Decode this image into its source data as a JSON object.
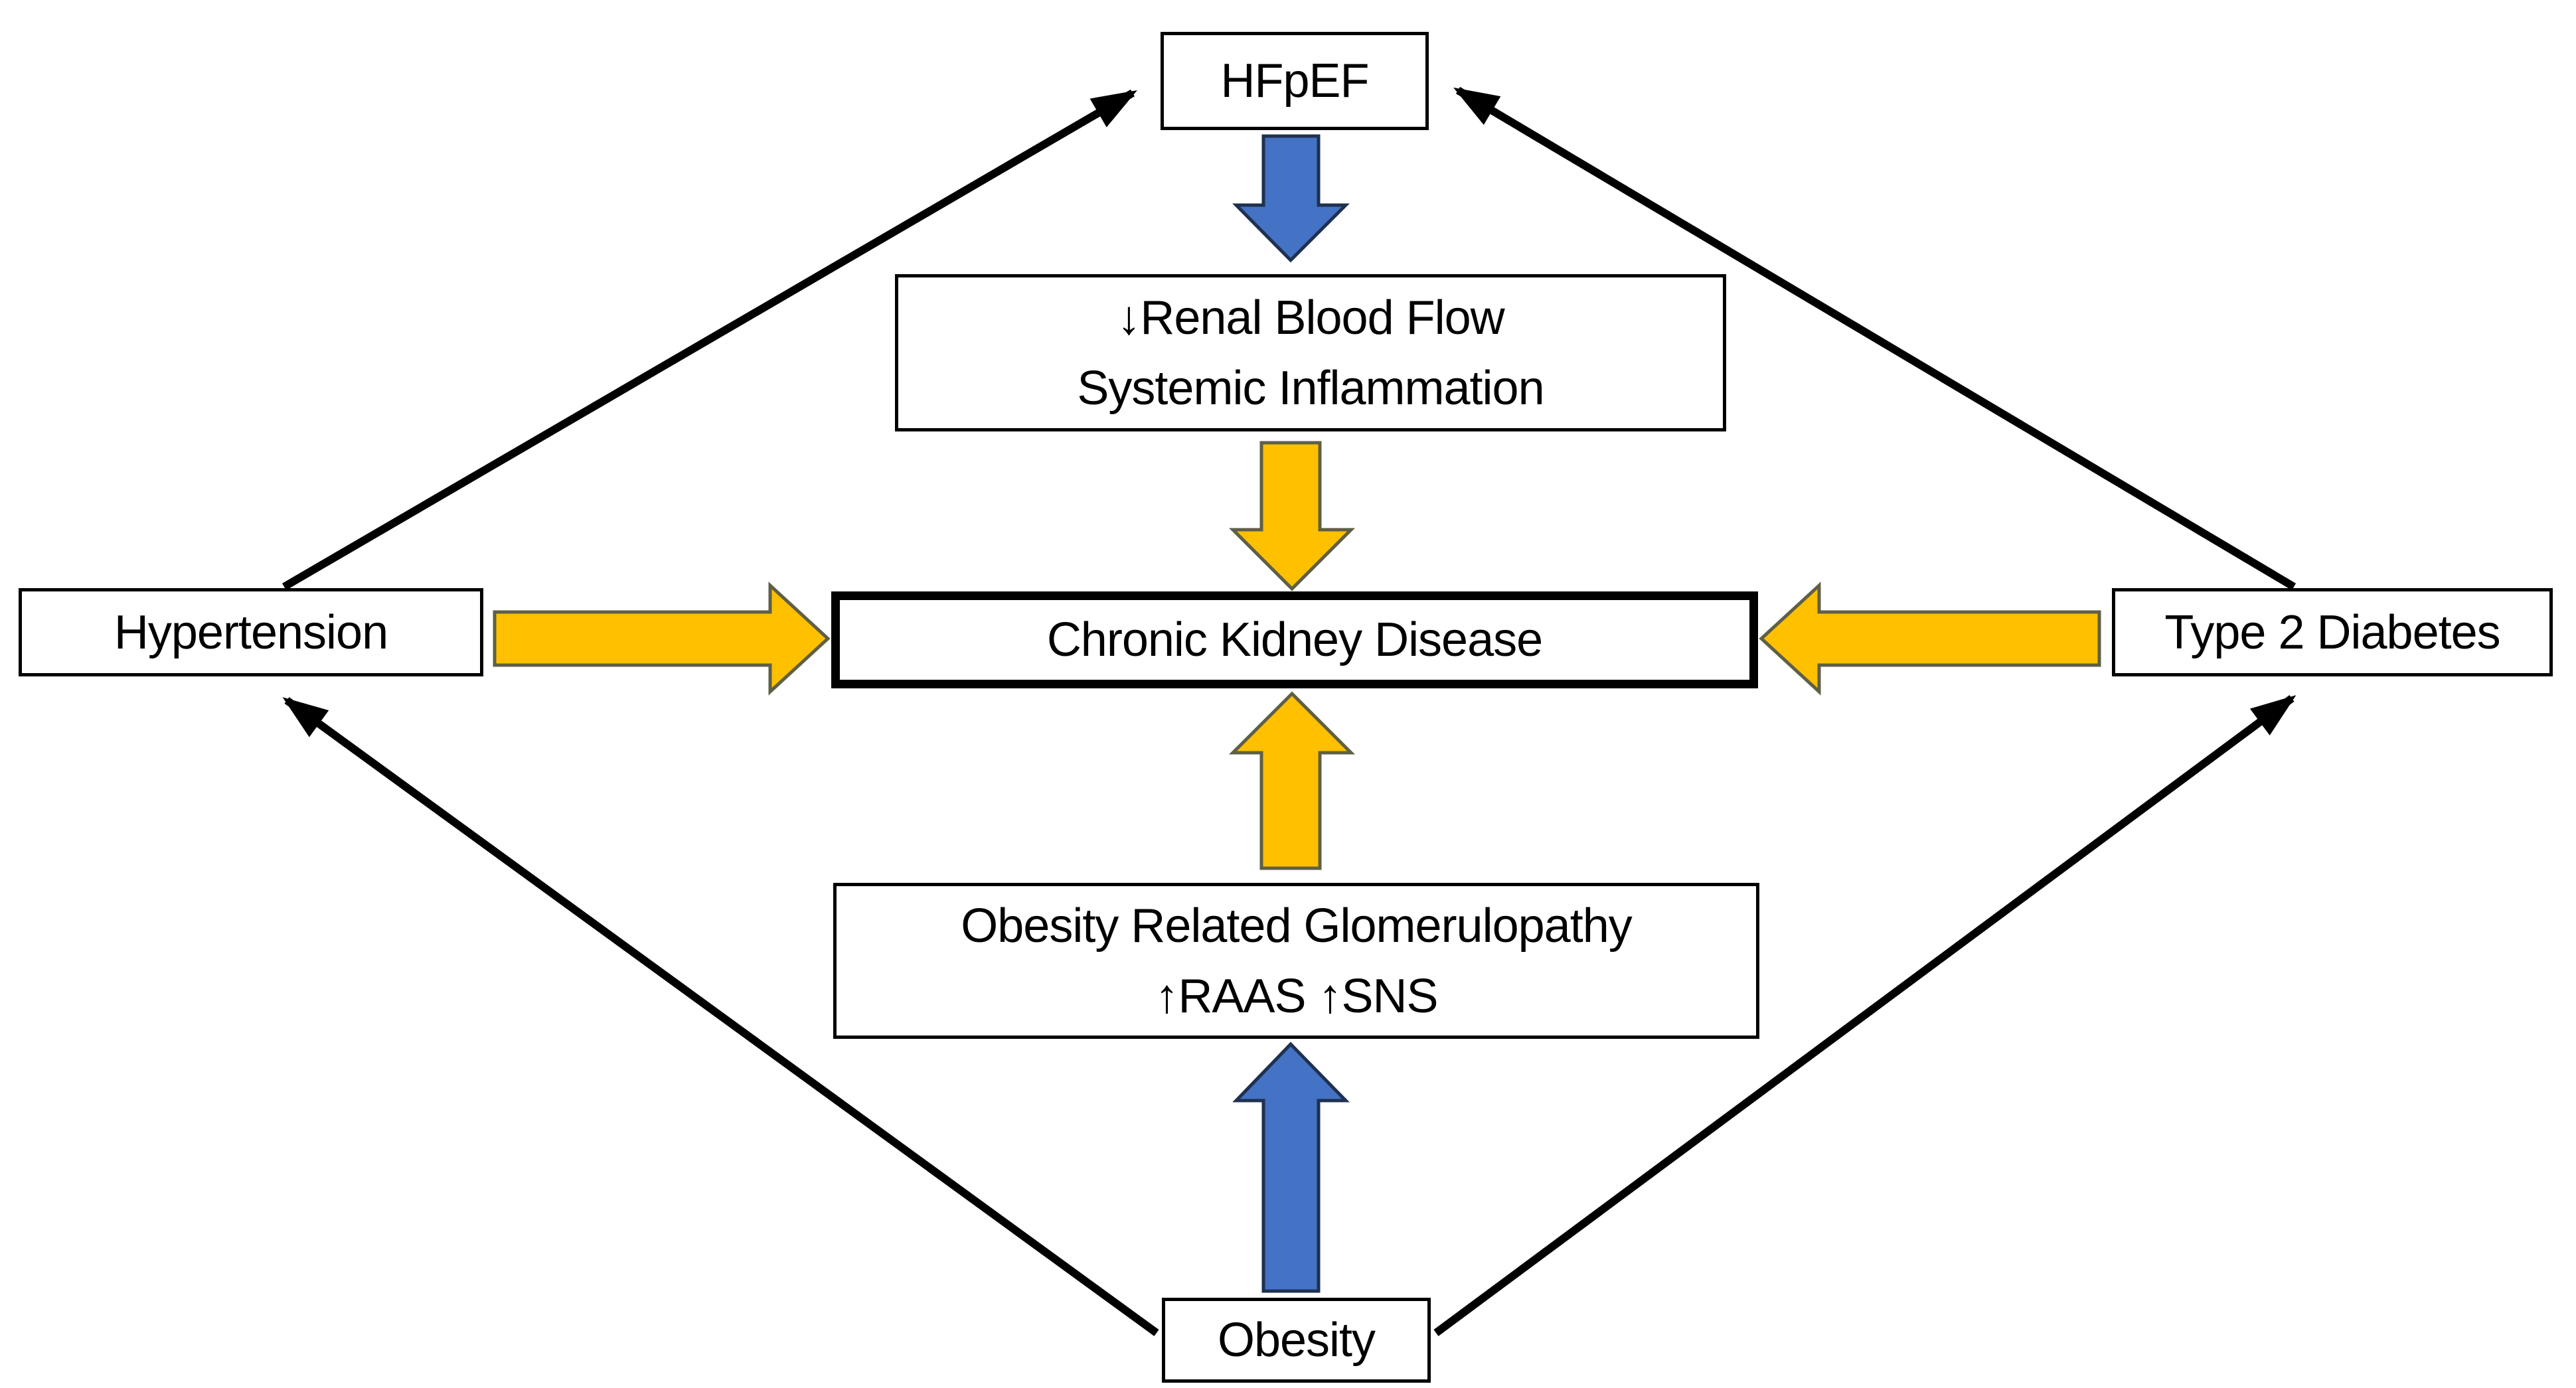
{
  "colors": {
    "arrow_blue": "#4472C4",
    "arrow_blue_outline": "#1F3050",
    "arrow_yellow": "#FFC000",
    "arrow_yellow_outline": "#5F5F45",
    "connector_black": "#000000",
    "box_border": "#000000",
    "text": "#000000",
    "background": "#FFFFFF"
  },
  "nodes": {
    "hfpef": {
      "label": "HFpEF"
    },
    "renal": {
      "line1": "↓Renal Blood Flow",
      "line2": "Systemic Inflammation"
    },
    "ckd": {
      "label": "Chronic Kidney Disease"
    },
    "hypertension": {
      "label": "Hypertension"
    },
    "t2d": {
      "label": "Type 2 Diabetes"
    },
    "org": {
      "line1": "Obesity Related Glomerulopathy",
      "line2": "↑RAAS ↑SNS"
    },
    "obesity": {
      "label": "Obesity"
    }
  },
  "edges": [
    {
      "from": "HFpEF",
      "to": "↓Renal Blood Flow / Systemic Inflammation",
      "style": "block-arrow",
      "color": "blue",
      "direction": "down"
    },
    {
      "from": "↓Renal Blood Flow / Systemic Inflammation",
      "to": "Chronic Kidney Disease",
      "style": "block-arrow",
      "color": "yellow",
      "direction": "down"
    },
    {
      "from": "Hypertension",
      "to": "Chronic Kidney Disease",
      "style": "block-arrow",
      "color": "yellow",
      "direction": "right"
    },
    {
      "from": "Type 2 Diabetes",
      "to": "Chronic Kidney Disease",
      "style": "block-arrow",
      "color": "yellow",
      "direction": "left"
    },
    {
      "from": "Obesity Related Glomerulopathy ↑RAAS ↑SNS",
      "to": "Chronic Kidney Disease",
      "style": "block-arrow",
      "color": "yellow",
      "direction": "up"
    },
    {
      "from": "Obesity",
      "to": "Obesity Related Glomerulopathy ↑RAAS ↑SNS",
      "style": "block-arrow",
      "color": "blue",
      "direction": "up"
    },
    {
      "from": "Hypertension",
      "to": "HFpEF",
      "style": "line-arrow",
      "color": "black",
      "direction": "up-right"
    },
    {
      "from": "Type 2 Diabetes",
      "to": "HFpEF",
      "style": "line-arrow",
      "color": "black",
      "direction": "up-left"
    },
    {
      "from": "Obesity",
      "to": "Hypertension",
      "style": "line-arrow",
      "color": "black",
      "direction": "up-left"
    },
    {
      "from": "Obesity",
      "to": "Type 2 Diabetes",
      "style": "line-arrow",
      "color": "black",
      "direction": "up-right"
    }
  ]
}
